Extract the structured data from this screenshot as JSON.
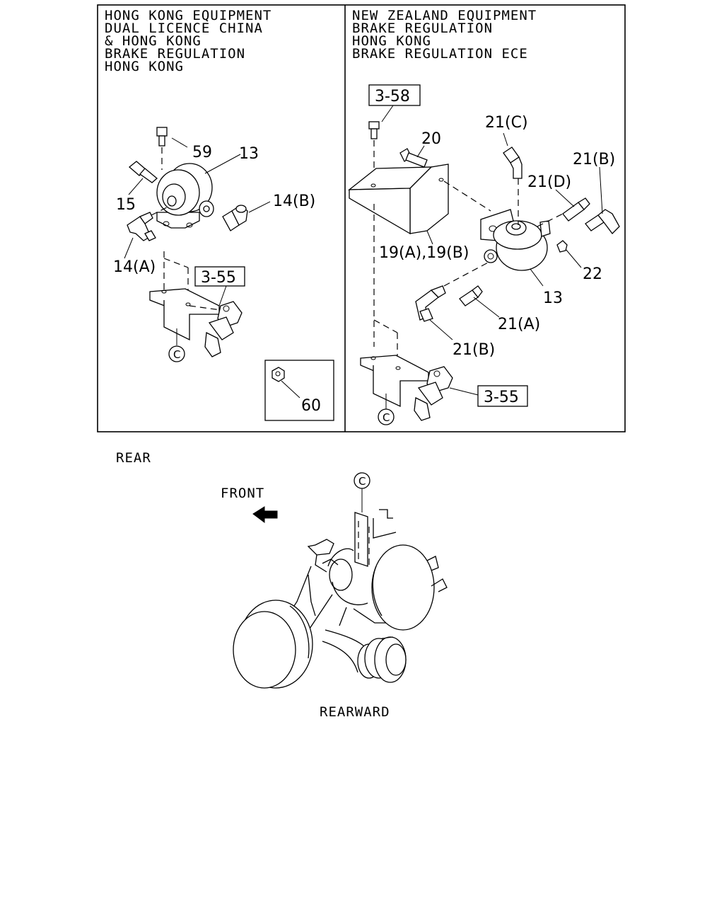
{
  "left_panel": {
    "heading": [
      "HONG KONG EQUIPMENT",
      "DUAL LICENCE CHINA",
      "& HONG KONG",
      "BRAKE REGULATION",
      "HONG KONG"
    ],
    "callouts": {
      "p59": "59",
      "p13": "13",
      "p15": "15",
      "p14b": "14(B)",
      "p14a": "14(A)",
      "ref355": "3-55",
      "circleC": "C",
      "p60": "60"
    }
  },
  "right_panel": {
    "heading": [
      "NEW ZEALAND EQUIPMENT",
      "BRAKE REGULATION",
      "HONG KONG",
      "BRAKE REGULATION ECE"
    ],
    "callouts": {
      "ref358": "3-58",
      "p20": "20",
      "p21c": "21(C)",
      "p21b_top": "21(B)",
      "p21d": "21(D)",
      "p19": "19(A),19(B)",
      "p22": "22",
      "p13": "13",
      "p21a": "21(A)",
      "p21b_bottom": "21(B)",
      "ref355": "3-55",
      "circleC": "C"
    }
  },
  "bottom": {
    "rear_label": "REAR",
    "front_label": "FRONT",
    "rearward_label": "REARWARD",
    "circleC": "C"
  }
}
